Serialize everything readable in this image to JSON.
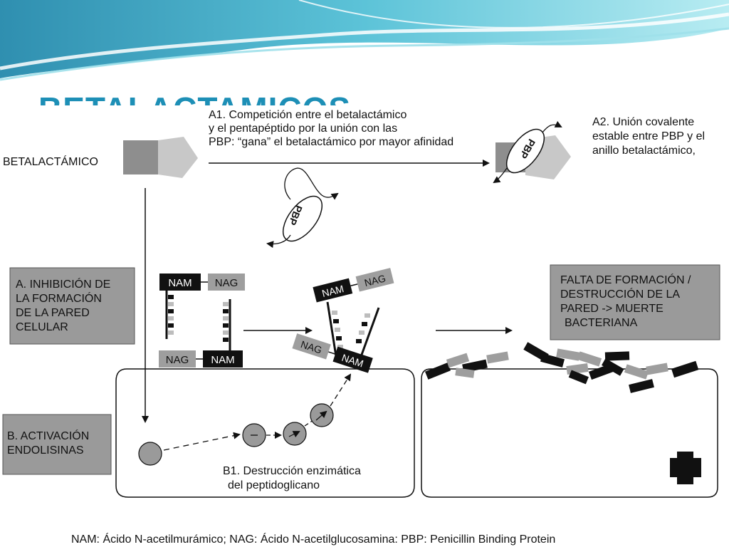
{
  "slide": {
    "title": "BETALACTAMICOS"
  },
  "diagram": {
    "betalactam_label": "BETALACTÁMICO",
    "a1_line1": "A1. Competición entre el betalactámico",
    "a1_line2": "y el pentapéptido por la unión con las",
    "a1_line3": "PBP: “gana” el betalactámico por mayor afinidad",
    "a2_line1": "A2. Unión covalente",
    "a2_line2": "estable entre PBP y el",
    "a2_line3": "anillo betalactámico,",
    "pbp_text": "PBP",
    "box_a_line1": "A. INHIBICIÓN DE",
    "box_a_line2": "LA FORMACIÓN",
    "box_a_line3": "DE LA PARED",
    "box_a_line4": "CELULAR",
    "box_b_line1": "B. ACTIVACIÓN",
    "box_b_line2": "ENDOLISINAS",
    "b1_line1": "B1. Destrucción enzimática",
    "b1_line2": "del peptidoglicano",
    "falta_line1": "FALTA DE FORMACIÓN /",
    "falta_line2": "DESTRUCCIÓN DE LA",
    "falta_line3": "PARED -> MUERTE",
    "falta_line4": "BACTERIANA",
    "nam": "NAM",
    "nag": "NAG",
    "footer": "NAM: Ácido N-acetilmurámico; NAG: Ácido N-acetilglucosamina: PBP: Penicillin Binding Protein"
  },
  "colors": {
    "banner_teal": "#3aa9c8",
    "title": "#1d8fb6",
    "box_gray": "#9a9a9a",
    "nam_black": "#111111",
    "nag_gray": "#9e9e9e"
  }
}
